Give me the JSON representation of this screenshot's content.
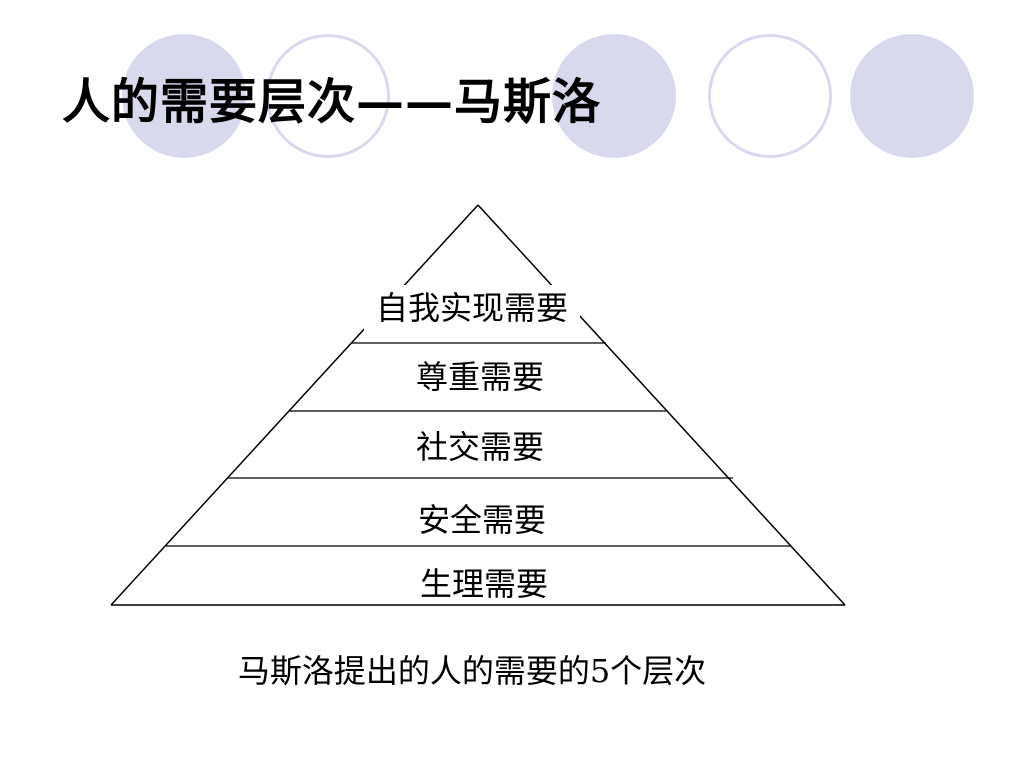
{
  "slide": {
    "title": "人的需要层次——马斯洛",
    "caption": "马斯洛提出的人的需要的5个层次"
  },
  "pyramid": {
    "levels": [
      "自我实现需要",
      "尊重需要",
      "社交需要",
      "安全需要",
      "生理需要"
    ]
  },
  "colors": {
    "decor_circle": "#d9d9ee",
    "line": "#000000",
    "text": "#000000"
  }
}
